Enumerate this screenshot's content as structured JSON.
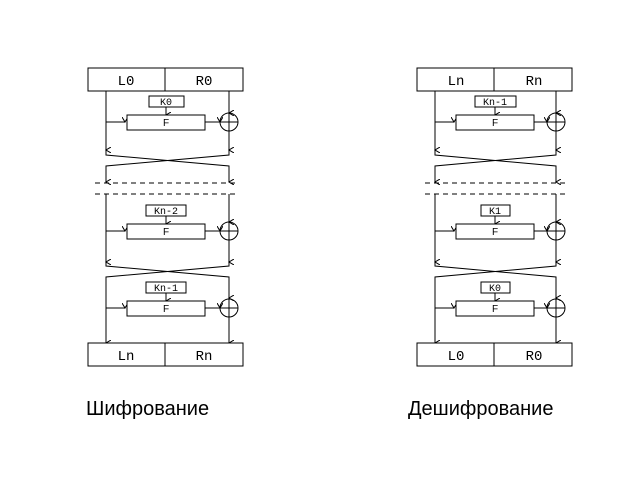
{
  "encryption": {
    "caption": "Шифрование",
    "top": [
      "L0",
      "R0"
    ],
    "bottom": [
      "Ln",
      "Rn"
    ],
    "keys": [
      "K0",
      "Kn-2",
      "Kn-1"
    ],
    "f_label": "F"
  },
  "decryption": {
    "caption": "Дешифрование",
    "top": [
      "Ln",
      "Rn"
    ],
    "bottom": [
      "L0",
      "R0"
    ],
    "keys": [
      "Kn-1",
      "K1",
      "K0"
    ],
    "f_label": "F"
  }
}
